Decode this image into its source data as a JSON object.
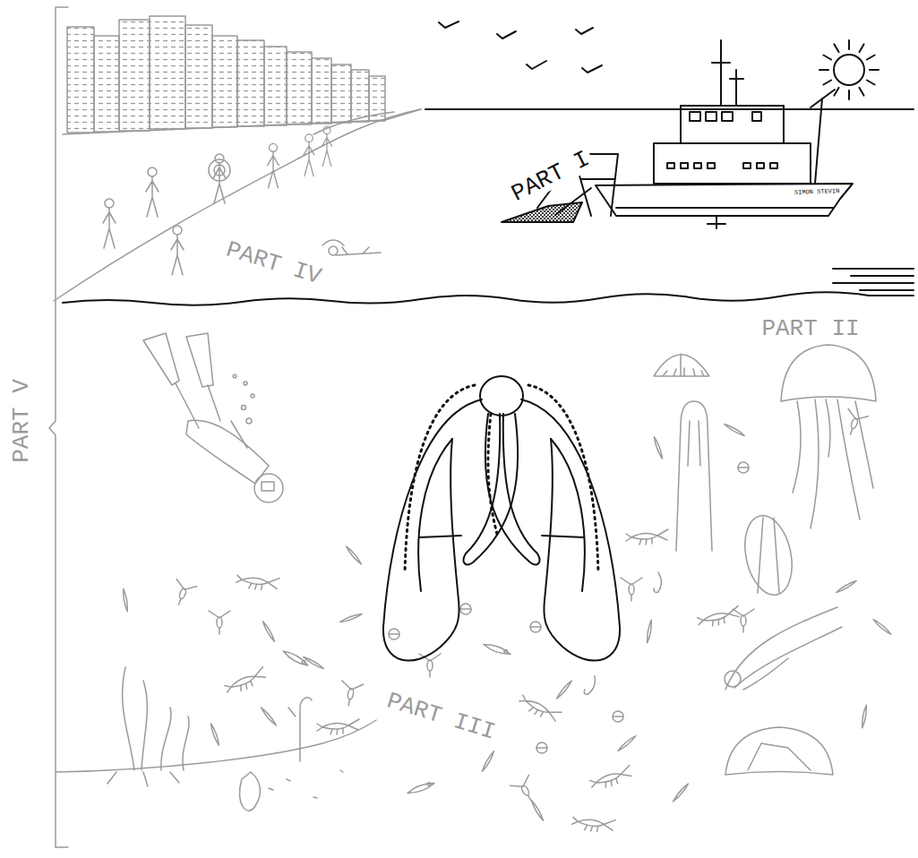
{
  "diagram": {
    "labels": [
      "PART I",
      "SIMON STEVIN",
      "PART II",
      "PART III",
      "PART IV",
      "PART V"
    ]
  }
}
